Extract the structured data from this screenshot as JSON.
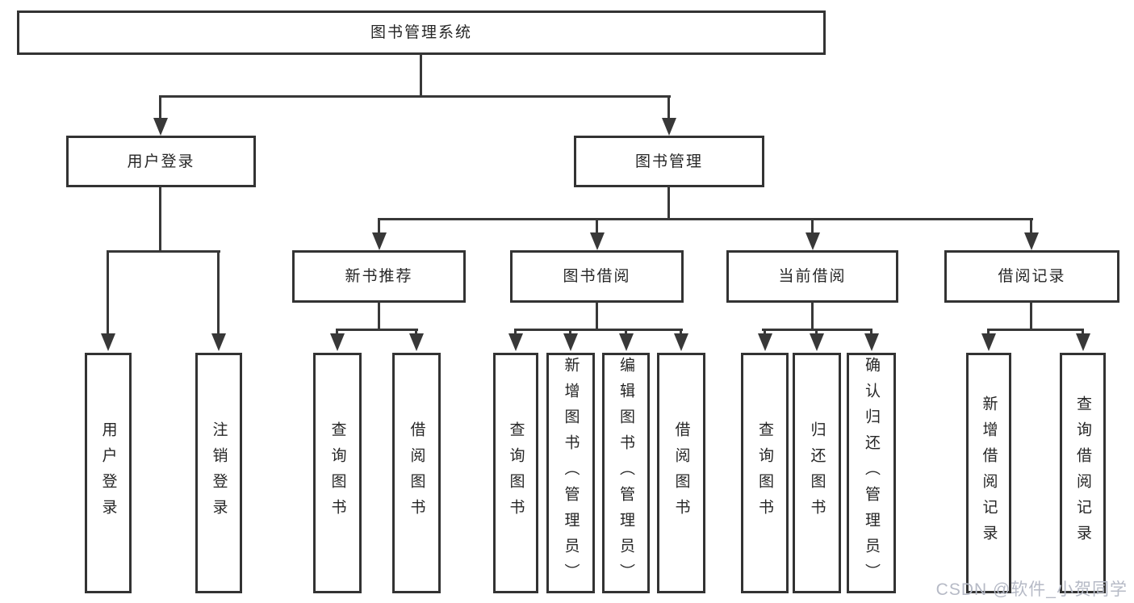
{
  "diagram": {
    "root": {
      "label": "图书管理系统",
      "children": [
        {
          "label": "用户登录",
          "children": [
            {
              "label": "用户登录"
            },
            {
              "label": "注销登录"
            }
          ]
        },
        {
          "label": "图书管理",
          "children": [
            {
              "label": "新书推荐",
              "children": [
                {
                  "label": "查询图书"
                },
                {
                  "label": "借阅图书"
                }
              ]
            },
            {
              "label": "图书借阅",
              "children": [
                {
                  "label": "查询图书"
                },
                {
                  "label": "新增图书（管理员）"
                },
                {
                  "label": "编辑图书（管理员）"
                },
                {
                  "label": "借阅图书"
                }
              ]
            },
            {
              "label": "当前借阅",
              "children": [
                {
                  "label": "查询图书"
                },
                {
                  "label": "归还图书"
                },
                {
                  "label": "确认归还（管理员）"
                }
              ]
            },
            {
              "label": "借阅记录",
              "children": [
                {
                  "label": "新增借阅记录"
                },
                {
                  "label": "查询借阅记录"
                }
              ]
            }
          ]
        }
      ]
    }
  },
  "watermark": {
    "text": "CSDN @软件_小贺同学"
  },
  "colors": {
    "line": "#383838",
    "box_border": "#333333",
    "text": "#262626",
    "watermark": "#b6bac6",
    "background": "#ffffff"
  }
}
